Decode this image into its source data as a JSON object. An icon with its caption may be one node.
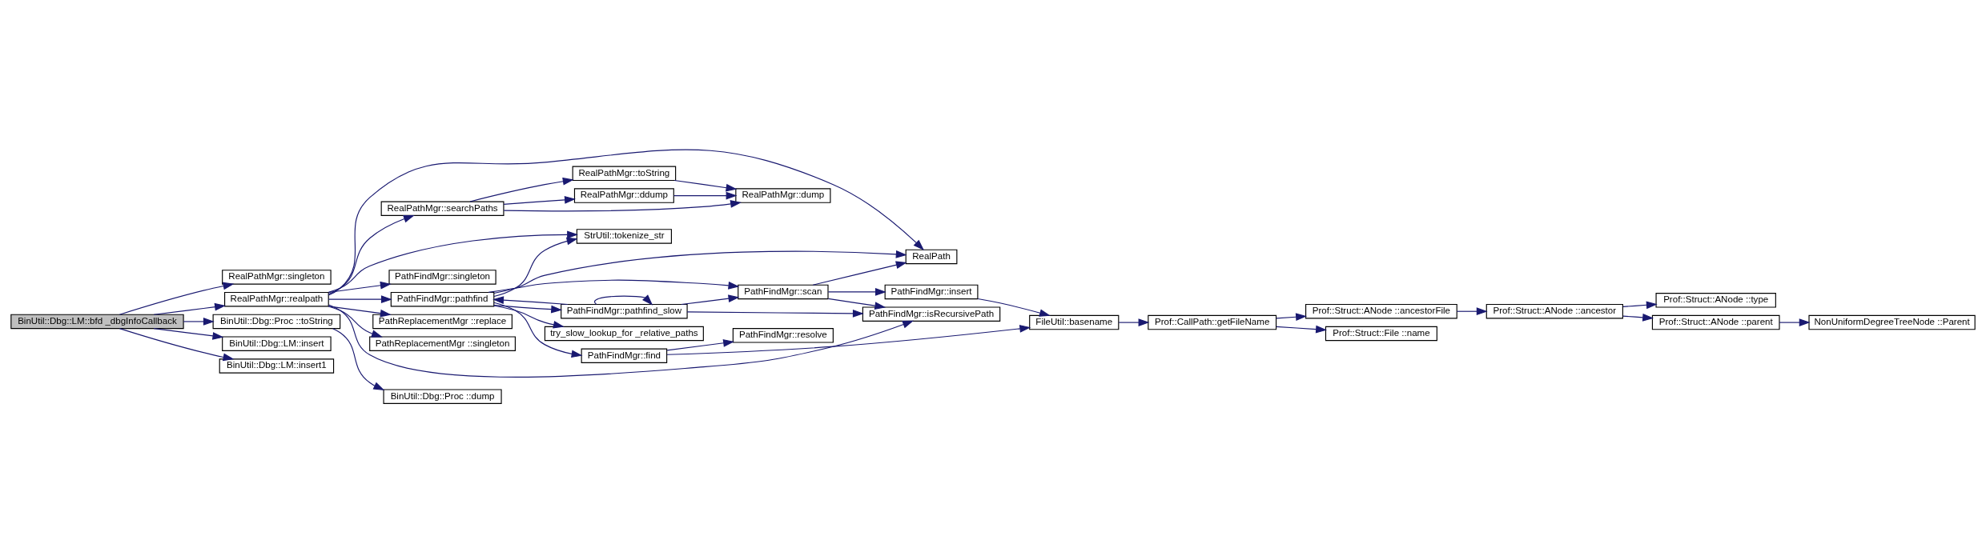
{
  "diagram": {
    "nodes": [
      {
        "text": [
          "BinUtil::Dbg::LM::bfd _dbgInfoCallback"
        ]
      },
      {
        "text": [
          "RealPathMgr::singleton"
        ]
      },
      {
        "text": [
          "RealPathMgr::realpath"
        ]
      },
      {
        "text": [
          "BinUtil::Dbg::Proc ::toString"
        ]
      },
      {
        "text": [
          "BinUtil::Dbg::LM::insert"
        ]
      },
      {
        "text": [
          "BinUtil::Dbg::LM::insert1"
        ]
      },
      {
        "text": [
          "PathFindMgr::singleton"
        ]
      },
      {
        "text": [
          "RealPathMgr::searchPaths"
        ]
      },
      {
        "text": [
          "PathReplacementMgr ::replace"
        ]
      },
      {
        "text": [
          "PathReplacementMgr ::singleton"
        ]
      },
      {
        "text": [
          "PathFindMgr::pathfind"
        ]
      },
      {
        "text": [
          "BinUtil::Dbg::Proc ::dump"
        ]
      },
      {
        "text": [
          "RealPathMgr::toString"
        ]
      },
      {
        "text": [
          "RealPathMgr::ddump"
        ]
      },
      {
        "text": [
          "PathFindMgr::pathfind_slow"
        ]
      },
      {
        "text": [
          "try_slow_lookup_for _relative_paths"
        ]
      },
      {
        "text": [
          "PathFindMgr::find"
        ]
      },
      {
        "text": [
          "StrUtil::tokenize_str"
        ]
      },
      {
        "text": [
          "RealPathMgr::dump"
        ]
      },
      {
        "text": [
          "PathFindMgr::scan"
        ]
      },
      {
        "text": [
          "PathFindMgr::resolve"
        ]
      },
      {
        "text": [
          "RealPath"
        ]
      },
      {
        "text": [
          "PathFindMgr::insert"
        ]
      },
      {
        "text": [
          "PathFindMgr::isRecursivePath"
        ]
      },
      {
        "text": [
          "FileUtil::basename"
        ]
      },
      {
        "text": [
          "Prof::CallPath::getFileName"
        ]
      },
      {
        "text": [
          "Prof::Struct::ANode ::ancestorFile"
        ]
      },
      {
        "text": [
          "Prof::Struct::File ::name"
        ]
      },
      {
        "text": [
          "Prof::Struct::ANode ::ancestor"
        ]
      },
      {
        "text": [
          "Prof::Struct::ANode ::type"
        ]
      },
      {
        "text": [
          "Prof::Struct::ANode ::parent"
        ]
      },
      {
        "text": [
          "NonUniformDegreeTreeNode ::Parent"
        ]
      }
    ],
    "edges": [
      {
        "from": 0,
        "to": 1,
        "arrow": "to"
      },
      {
        "from": 0,
        "to": 2,
        "arrow": "to"
      },
      {
        "from": 0,
        "to": 3,
        "arrow": "to"
      },
      {
        "from": 0,
        "to": 4,
        "arrow": "to"
      },
      {
        "from": 0,
        "to": 5,
        "arrow": "to"
      },
      {
        "from": 2,
        "to": 6,
        "arrow": "to"
      },
      {
        "from": 2,
        "to": 7,
        "arrow": "to"
      },
      {
        "from": 2,
        "to": 8,
        "arrow": "to"
      },
      {
        "from": 2,
        "to": 9,
        "arrow": "to"
      },
      {
        "from": 2,
        "to": 21,
        "arrow": "to"
      },
      {
        "from": 2,
        "to": 10,
        "arrow": "to"
      },
      {
        "from": 2,
        "to": 17,
        "arrow": "to"
      },
      {
        "from": 2,
        "to": 23,
        "arrow": "to"
      },
      {
        "from": 3,
        "to": 11,
        "arrow": "to"
      },
      {
        "from": 7,
        "to": 12,
        "arrow": "to"
      },
      {
        "from": 7,
        "to": 13,
        "arrow": "to"
      },
      {
        "from": 7,
        "to": 18,
        "arrow": "to"
      },
      {
        "from": 12,
        "to": 18,
        "arrow": "to"
      },
      {
        "from": 13,
        "to": 18,
        "arrow": "to"
      },
      {
        "from": 10,
        "to": 21,
        "arrow": "to"
      },
      {
        "from": 10,
        "to": 19,
        "arrow": "to"
      },
      {
        "from": 10,
        "to": 14,
        "arrow": "to"
      },
      {
        "from": 10,
        "to": 15,
        "arrow": "to"
      },
      {
        "from": 10,
        "to": 16,
        "arrow": "to"
      },
      {
        "from": 10,
        "to": 17,
        "arrow": "to"
      },
      {
        "from": 14,
        "to": 10,
        "arrow": "to"
      },
      {
        "from": 14,
        "to": 14,
        "arrow": "to"
      },
      {
        "from": 14,
        "to": 19,
        "arrow": "to"
      },
      {
        "from": 14,
        "to": 23,
        "arrow": "to"
      },
      {
        "from": 19,
        "to": 21,
        "arrow": "to"
      },
      {
        "from": 19,
        "to": 22,
        "arrow": "to"
      },
      {
        "from": 19,
        "to": 23,
        "arrow": "to"
      },
      {
        "from": 16,
        "to": 20,
        "arrow": "to"
      },
      {
        "from": 16,
        "to": 24,
        "arrow": "to"
      },
      {
        "from": 22,
        "to": 24,
        "arrow": "to"
      },
      {
        "from": 24,
        "to": 25,
        "arrow": "to"
      },
      {
        "from": 25,
        "to": 26,
        "arrow": "to"
      },
      {
        "from": 25,
        "to": 27,
        "arrow": "to"
      },
      {
        "from": 26,
        "to": 28,
        "arrow": "to"
      },
      {
        "from": 28,
        "to": 29,
        "arrow": "to"
      },
      {
        "from": 28,
        "to": 30,
        "arrow": "to"
      },
      {
        "from": 30,
        "to": 31,
        "arrow": "to"
      }
    ]
  }
}
